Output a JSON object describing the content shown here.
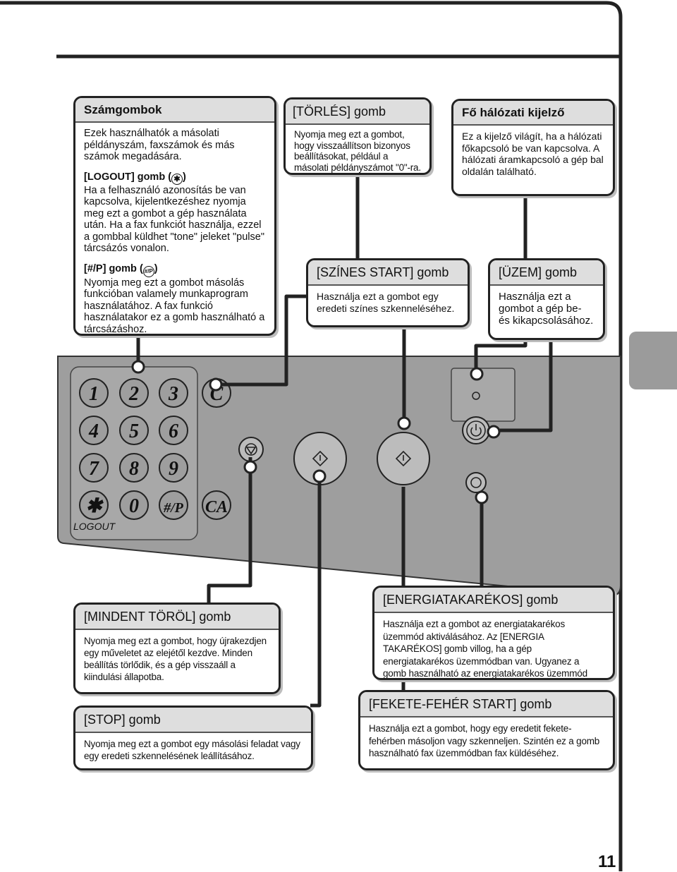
{
  "callouts": {
    "numkeys": {
      "title": "Számgombok",
      "p1": "Ezek használhatók a másolati példányszám, faxszámok és más számok megadására.",
      "logout_title": "[LOGOUT] gomb (",
      "logout_title_end": ")",
      "logout_text": "Ha a felhasználó azonosítás be van kapcsolva, kijelentkezéshez nyomja meg ezt a gombot a gép használata után. Ha a fax funkciót használja, ezzel a gombbal küldhet \"tone\" jeleket \"pulse\" tárcsázós vonalon.",
      "hashp_title": "[#/P] gomb (",
      "hashp_title_end": ")",
      "hashp_text": "Nyomja meg ezt a gombot másolás funkcióban valamely munkaprogram használatához. A fax funkció használatakor ez a gomb használható a tárcsázáshoz."
    },
    "torles": {
      "title": "[TÖRLÉS] gomb",
      "text": "Nyomja meg ezt a gombot, hogy visszaállítson bizonyos beállításokat, például a másolati példányszámot \"0\"-ra."
    },
    "foh": {
      "title": "Fő hálózati kijelző",
      "text": "Ez a kijelző világít, ha a hálózati főkapcsoló be van kapcsolva. A hálózati áramkapcsoló a gép bal oldalán található."
    },
    "szines": {
      "title": "[SZÍNES START] gomb",
      "text": "Használja ezt a gombot egy eredeti színes szkenneléséhez."
    },
    "uzem": {
      "title": "[ÜZEM] gomb",
      "text": "Használja ezt a gombot a gép be- és kikapcsolásához."
    },
    "mindent": {
      "title": "[MINDENT TÖRÖL] gomb",
      "text": "Nyomja meg ezt a gombot, hogy újrakezdjen egy műveletet az elejétől kezdve. Minden beállítás törlődik, és a gép visszaáll a kiindulási állapotba."
    },
    "energia": {
      "title": "[ENERGIATAKARÉKOS] gomb",
      "text": "Használja ezt a gombot az energiatakarékos üzemmód aktiválásához. Az [ENERGIA TAKARÉKOS] gomb villog, ha a gép energiatakarékos üzemmódban van. Ugyanez a gomb használható az energiatakarékos üzemmód kikapcsolásához is."
    },
    "stop": {
      "title": "[STOP] gomb",
      "text": "Nyomja meg ezt a gombot egy másolási feladat vagy egy eredeti szkennelésének leállításához."
    },
    "fekete": {
      "title": "[FEKETE-FEHÉR START] gomb",
      "text": "Használja ezt a gombot, hogy egy eredetit fekete-fehérben másoljon vagy szkenneljen. Szintén ez a gomb használható fax üzemmódban fax küldéséhez."
    }
  },
  "panel": {
    "keys": [
      "1",
      "2",
      "3",
      "4",
      "5",
      "6",
      "7",
      "8",
      "9",
      "✱",
      "0",
      "#/P"
    ],
    "clear_key": "C",
    "clear_all_key": "CA",
    "logout_label": "LOGOUT"
  },
  "page_number": "11",
  "colors": {
    "panel": "#9e9e9e",
    "box_header": "#dedede",
    "side_tab": "#9b9b9b"
  }
}
